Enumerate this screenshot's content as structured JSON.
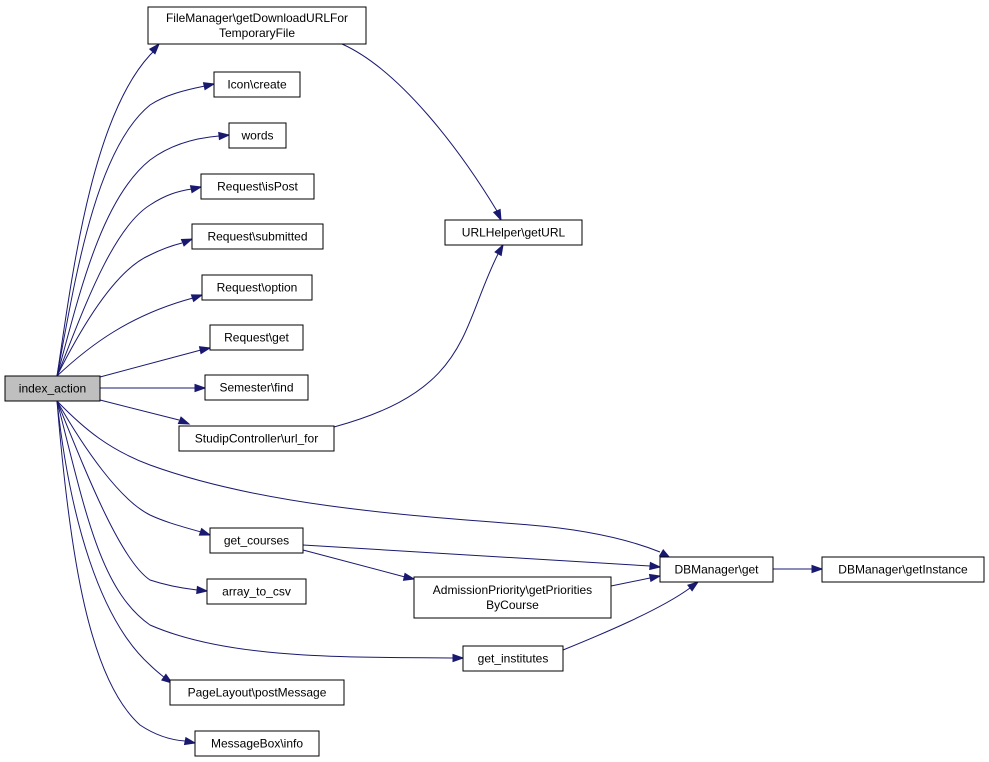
{
  "graph": {
    "nodes": [
      {
        "id": "index_action",
        "lines": [
          "index_action"
        ],
        "root": true
      },
      {
        "id": "fm_download",
        "lines": [
          "FileManager\\getDownloadURLFor",
          "TemporaryFile"
        ]
      },
      {
        "id": "icon_create",
        "lines": [
          "Icon\\create"
        ]
      },
      {
        "id": "words",
        "lines": [
          "words"
        ]
      },
      {
        "id": "req_ispost",
        "lines": [
          "Request\\isPost"
        ]
      },
      {
        "id": "req_submitted",
        "lines": [
          "Request\\submitted"
        ]
      },
      {
        "id": "req_option",
        "lines": [
          "Request\\option"
        ]
      },
      {
        "id": "req_get",
        "lines": [
          "Request\\get"
        ]
      },
      {
        "id": "sem_find",
        "lines": [
          "Semester\\find"
        ]
      },
      {
        "id": "sc_url_for",
        "lines": [
          "StudipController\\url_for"
        ]
      },
      {
        "id": "url_geturl",
        "lines": [
          "URLHelper\\getURL"
        ]
      },
      {
        "id": "get_courses",
        "lines": [
          "get_courses"
        ]
      },
      {
        "id": "array_to_csv",
        "lines": [
          "array_to_csv"
        ]
      },
      {
        "id": "adm_prio",
        "lines": [
          "AdmissionPriority\\getPriorities",
          "ByCourse"
        ]
      },
      {
        "id": "db_get",
        "lines": [
          "DBManager\\get"
        ]
      },
      {
        "id": "db_instance",
        "lines": [
          "DBManager\\getInstance"
        ]
      },
      {
        "id": "get_institutes",
        "lines": [
          "get_institutes"
        ]
      },
      {
        "id": "pl_post",
        "lines": [
          "PageLayout\\postMessage"
        ]
      },
      {
        "id": "mb_info",
        "lines": [
          "MessageBox\\info"
        ]
      }
    ],
    "edges": [
      {
        "from": "index_action",
        "to": "fm_download"
      },
      {
        "from": "index_action",
        "to": "icon_create"
      },
      {
        "from": "index_action",
        "to": "words"
      },
      {
        "from": "index_action",
        "to": "req_ispost"
      },
      {
        "from": "index_action",
        "to": "req_submitted"
      },
      {
        "from": "index_action",
        "to": "req_option"
      },
      {
        "from": "index_action",
        "to": "req_get"
      },
      {
        "from": "index_action",
        "to": "sem_find"
      },
      {
        "from": "index_action",
        "to": "sc_url_for"
      },
      {
        "from": "index_action",
        "to": "db_get"
      },
      {
        "from": "index_action",
        "to": "get_courses"
      },
      {
        "from": "index_action",
        "to": "array_to_csv"
      },
      {
        "from": "index_action",
        "to": "get_institutes"
      },
      {
        "from": "index_action",
        "to": "pl_post"
      },
      {
        "from": "index_action",
        "to": "mb_info"
      },
      {
        "from": "fm_download",
        "to": "url_geturl"
      },
      {
        "from": "sc_url_for",
        "to": "url_geturl"
      },
      {
        "from": "get_courses",
        "to": "db_get"
      },
      {
        "from": "get_courses",
        "to": "adm_prio"
      },
      {
        "from": "adm_prio",
        "to": "db_get"
      },
      {
        "from": "get_institutes",
        "to": "db_get"
      },
      {
        "from": "db_get",
        "to": "db_instance"
      }
    ]
  }
}
